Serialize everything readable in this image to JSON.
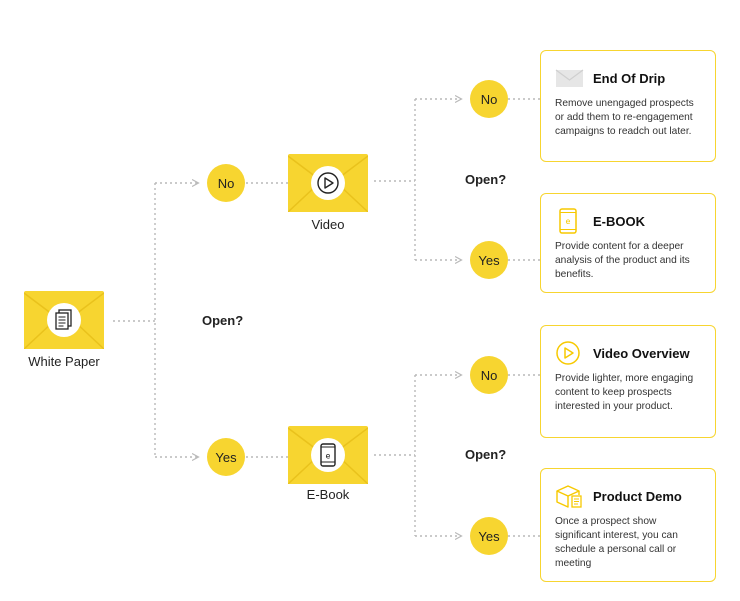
{
  "root": {
    "label": "White Paper"
  },
  "branches": [
    {
      "decision": "Open?",
      "no_label": "No",
      "yes_label": "Yes"
    },
    {
      "decision": "Open?",
      "no_label": "No",
      "yes_label": "Yes"
    },
    {
      "decision": "Open?",
      "no_label": "No",
      "yes_label": "Yes"
    }
  ],
  "nodes": {
    "video": {
      "label": "Video"
    },
    "ebook": {
      "label": "E-Book"
    }
  },
  "cards": [
    {
      "title": "End Of Drip",
      "body": "Remove unengaged prospects or add them to re-engagement campaigns to readch out later.",
      "icon": "mail-icon"
    },
    {
      "title": "E-BOOK",
      "body": "Provide content for a deeper analysis of the product and its benefits.",
      "icon": "ebook-icon"
    },
    {
      "title": "Video Overview",
      "body": "Provide lighter, more engaging content to keep prospects interested in your product.",
      "icon": "play-icon"
    },
    {
      "title": "Product Demo",
      "body": "Once a prospect show significant interest, you can schedule a personal call or meeting",
      "icon": "package-icon"
    }
  ],
  "colors": {
    "accent": "#f7d530",
    "envelope_fold": "#e9c21c",
    "connector": "#b9b9b9"
  }
}
